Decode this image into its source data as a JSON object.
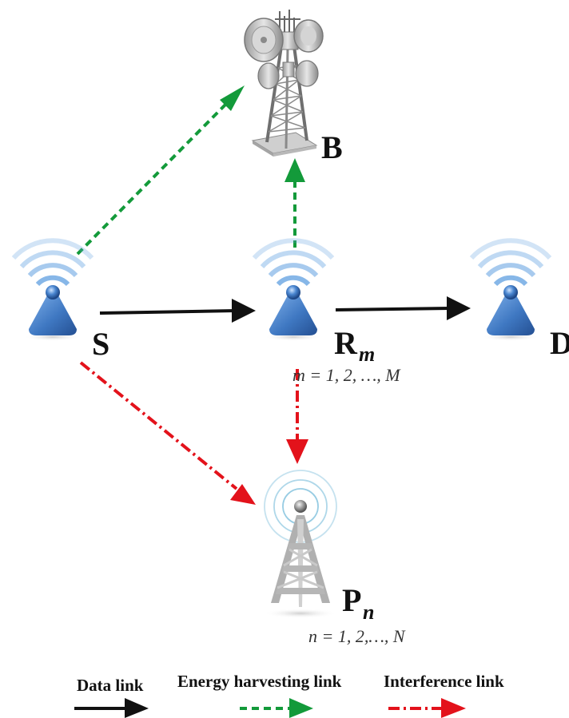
{
  "nodes": {
    "source": {
      "label": "S"
    },
    "relay": {
      "label": "R",
      "subscript": "m",
      "range": "m = 1, 2, …, M"
    },
    "destination": {
      "label": "D"
    },
    "base_station": {
      "label": "B"
    },
    "primary": {
      "label": "P",
      "subscript": "n",
      "range": "n = 1, 2,…, N"
    }
  },
  "legend": {
    "data_link": "Data link",
    "energy_link": "Energy harvesting link",
    "interference_link": "Interference link"
  },
  "colors": {
    "data_link": "#111111",
    "energy_link": "#139a3a",
    "interference_link": "#e3121b",
    "node_blue": "#3f78c2",
    "wave_blue": "#5f9fe0"
  }
}
